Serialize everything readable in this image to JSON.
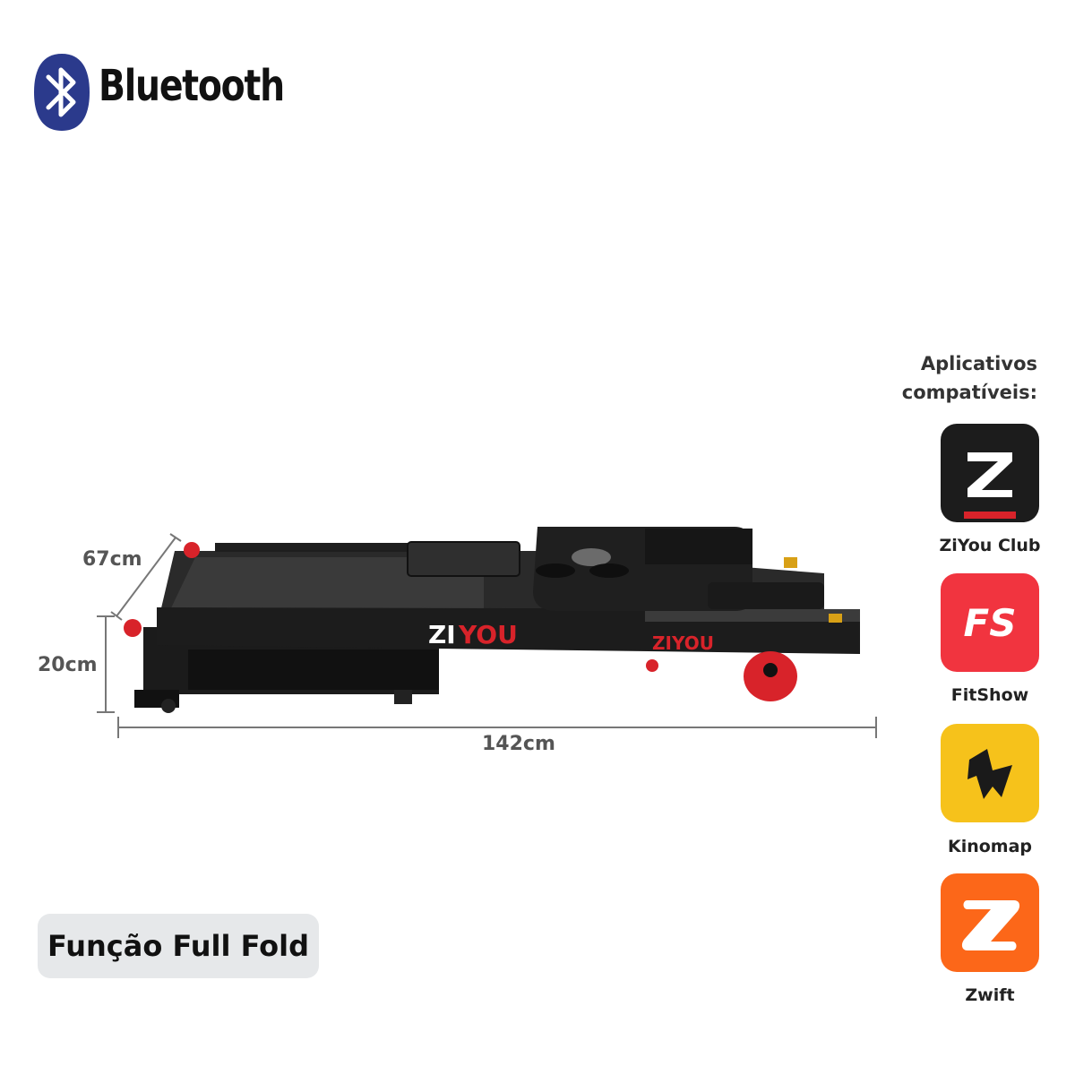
{
  "header": {
    "brand_icon": "bluetooth-icon",
    "brand_text": "Bluetooth",
    "brand_color": "#2b3a8c"
  },
  "product": {
    "logo_left_a": "ZI",
    "logo_left_b": "YOU",
    "logo_right": "ZIYOU",
    "accent_color": "#d8232a"
  },
  "dimensions": {
    "width": "67cm",
    "height": "20cm",
    "length": "142cm"
  },
  "apps": {
    "title_line1": "Aplicativos",
    "title_line2": "compatíveis:",
    "items": [
      {
        "label": "ZiYou Club",
        "icon": "ziyou-club-icon",
        "color": "#1c1c1c"
      },
      {
        "label": "FitShow",
        "icon": "fitshow-icon",
        "color": "#f1343f"
      },
      {
        "label": "Kinomap",
        "icon": "kinomap-icon",
        "color": "#f6c21b"
      },
      {
        "label": "Zwift",
        "icon": "zwift-icon",
        "color": "#fc6719"
      }
    ],
    "fitshow_mark": "FS"
  },
  "feature": {
    "label": "Função Full Fold"
  }
}
